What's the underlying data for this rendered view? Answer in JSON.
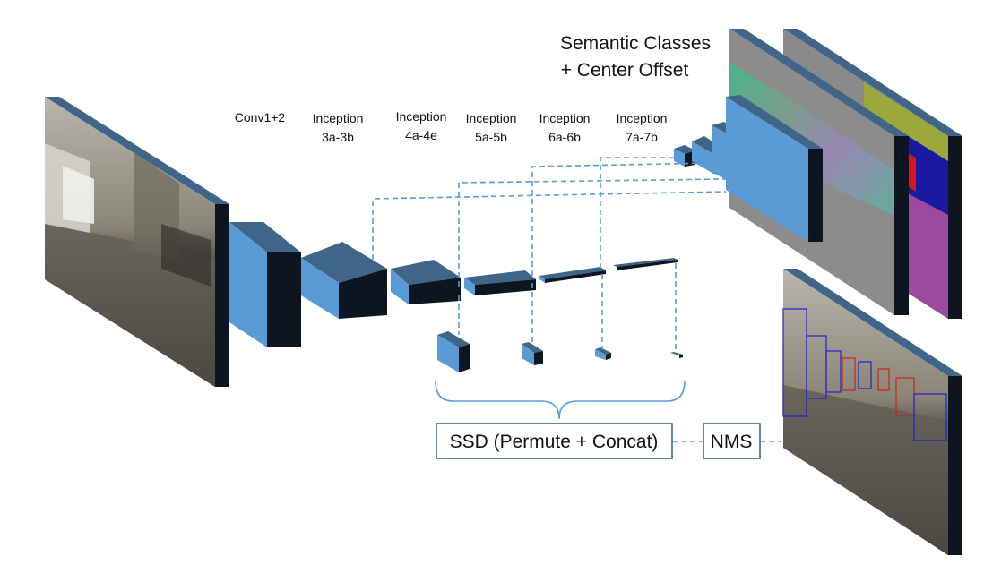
{
  "labels": {
    "output_title_line1": "Semantic Classes",
    "output_title_line2": "+ Center Offset",
    "ssd_box": "SSD (Permute + Concat)",
    "nms_box": "NMS"
  },
  "stages": [
    {
      "line1": "Conv1+2",
      "line2": ""
    },
    {
      "line1": "Inception",
      "line2": "3a-3b"
    },
    {
      "line1": "Inception",
      "line2": "4a-4e"
    },
    {
      "line1": "Inception",
      "line2": "5a-5b"
    },
    {
      "line1": "Inception",
      "line2": "6a-6b"
    },
    {
      "line1": "Inception",
      "line2": "7a-7b"
    }
  ],
  "colors": {
    "block_front": "#5b9bd5",
    "block_top": "#3f6688",
    "block_side": "#0d1620",
    "connector": "#5b9bd5",
    "box_border": "#2e5f8a"
  }
}
